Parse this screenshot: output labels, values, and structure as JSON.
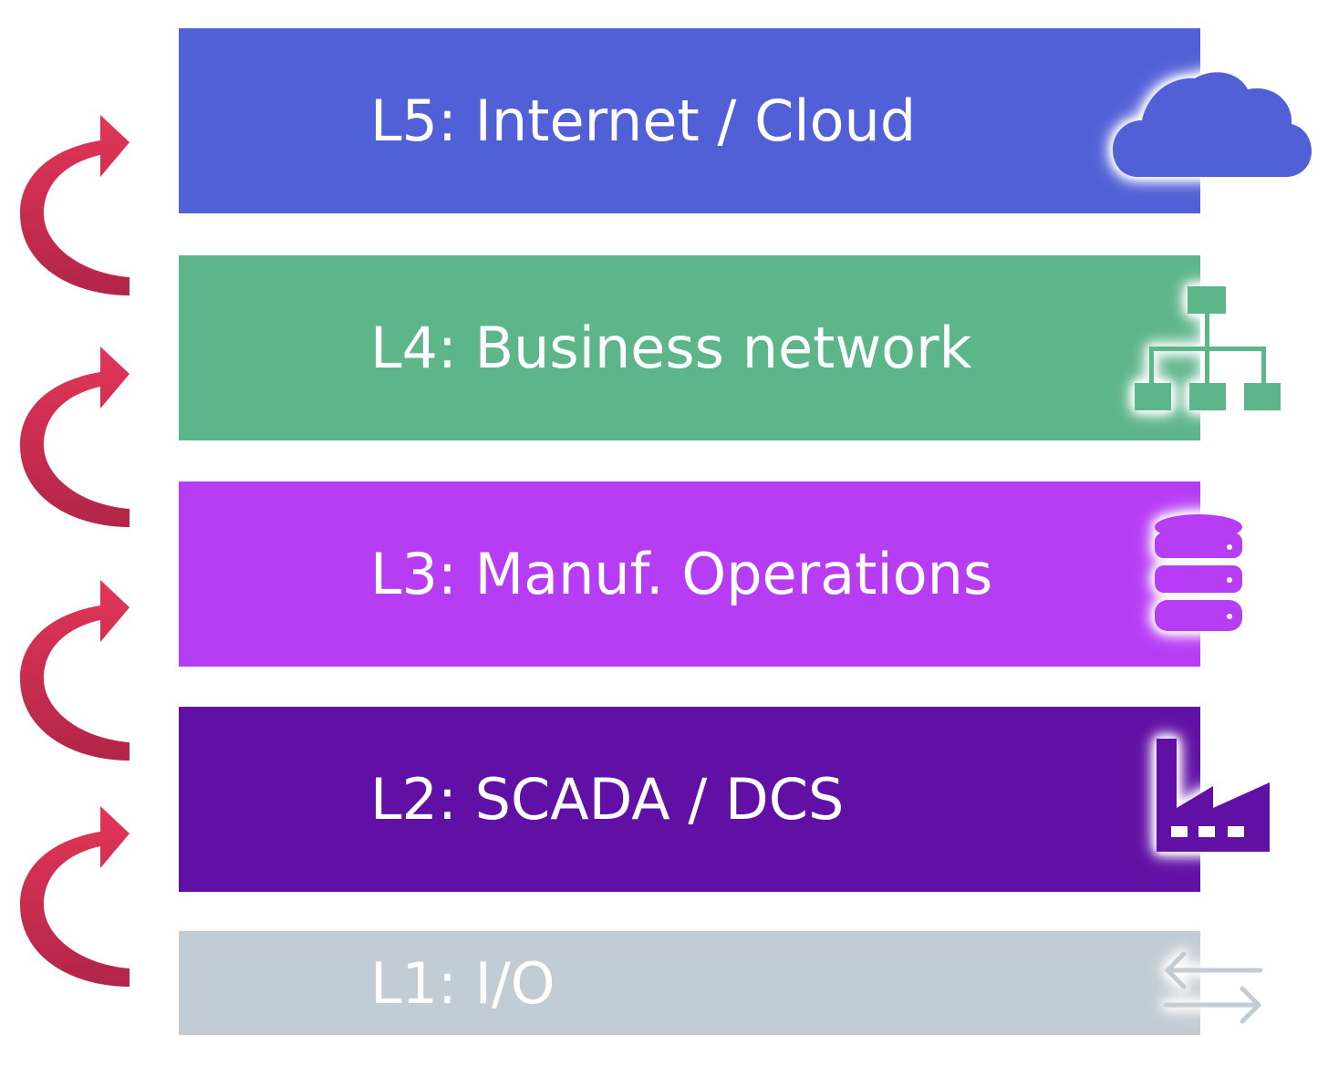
{
  "layers": [
    {
      "id": "l5",
      "label": "L5: Internet / Cloud",
      "color": "#5260D7",
      "icon": "cloud-icon"
    },
    {
      "id": "l4",
      "label": "L4: Business network",
      "color": "#5DB58A",
      "icon": "hierarchy-network-icon"
    },
    {
      "id": "l3",
      "label": "L3: Manuf. Operations",
      "color": "#B73DF4",
      "icon": "database-icon"
    },
    {
      "id": "l2",
      "label": "L2: SCADA / DCS",
      "color": "#6010A4",
      "icon": "factory-icon"
    },
    {
      "id": "l1",
      "label": "L1: I/O",
      "color": "#C2CCD4",
      "icon": "bidirectional-arrows-icon"
    }
  ],
  "arrow_color": "#D63152"
}
